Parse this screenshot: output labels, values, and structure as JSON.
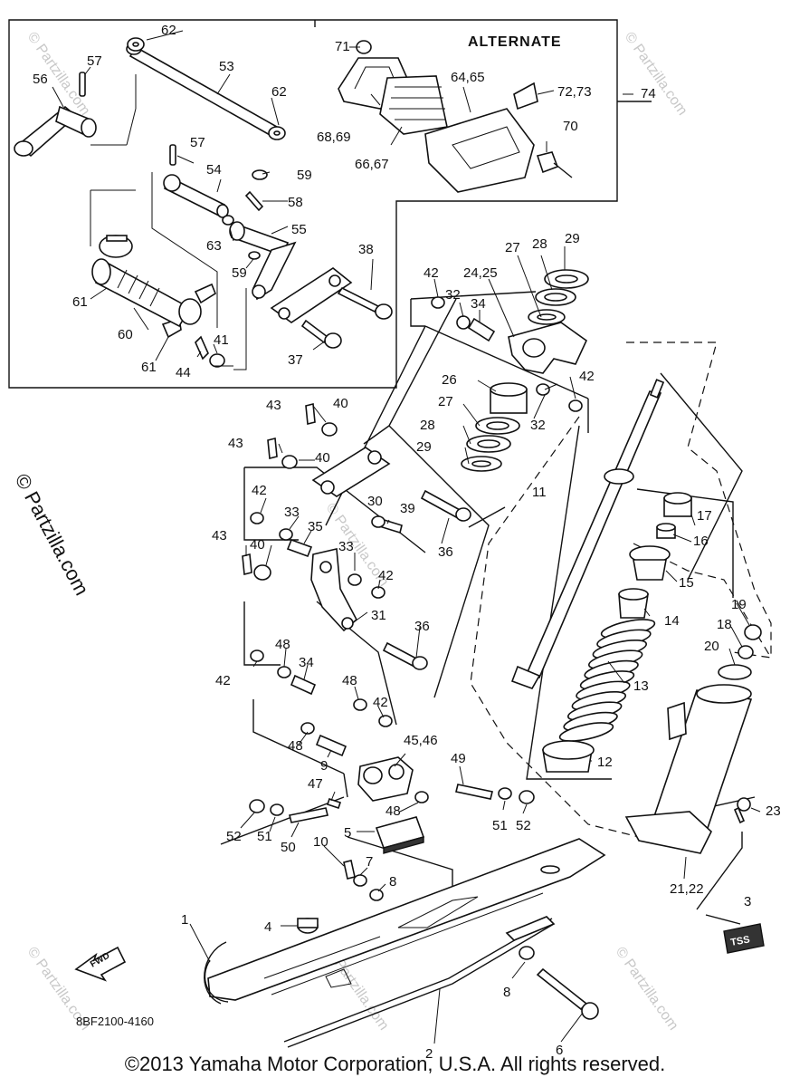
{
  "header": {
    "alternate_label": "ALTERNATE"
  },
  "diagram_code": "8BF2100-4160",
  "fwd_label": "FWD",
  "tss_label": "TSS",
  "watermark_side": "© Partzilla.com",
  "watermark_tile": "© Partzilla.com",
  "copyright": "©2013 Yamaha Motor Corporation, U.S.A. All rights reserved.",
  "labels": {
    "l1": "1",
    "l2": "2",
    "l3": "3",
    "l4": "4",
    "l5": "5",
    "l6": "6",
    "l7": "7",
    "l8a": "8",
    "l8b": "8",
    "l9": "9",
    "l10": "10",
    "l11": "11",
    "l12": "12",
    "l13": "13",
    "l14": "14",
    "l15": "15",
    "l16": "16",
    "l17": "17",
    "l18": "18",
    "l19": "19",
    "l20": "20",
    "l2122": "21,22",
    "l23": "23",
    "l2425": "24,25",
    "l26": "26",
    "l27a": "27",
    "l27b": "27",
    "l28a": "28",
    "l28b": "28",
    "l29a": "29",
    "l29b": "29",
    "l30": "30",
    "l31": "31",
    "l32a": "32",
    "l32b": "32",
    "l33a": "33",
    "l33b": "33",
    "l34a": "34",
    "l34b": "34",
    "l35": "35",
    "l36a": "36",
    "l36b": "36",
    "l37": "37",
    "l38": "38",
    "l39": "39",
    "l40a": "40",
    "l40b": "40",
    "l40c": "40",
    "l41": "41",
    "l42a": "42",
    "l42b": "42",
    "l42c": "42",
    "l42d": "42",
    "l42e": "42",
    "l42f": "42",
    "l43a": "43",
    "l43b": "43",
    "l43c": "43",
    "l44": "44",
    "l4546": "45,46",
    "l47": "47",
    "l48a": "48",
    "l48b": "48",
    "l48c": "48",
    "l48d": "48",
    "l49": "49",
    "l50": "50",
    "l51a": "51",
    "l51b": "51",
    "l52a": "52",
    "l52b": "52",
    "l53": "53",
    "l54": "54",
    "l55": "55",
    "l56": "56",
    "l57a": "57",
    "l57b": "57",
    "l58": "58",
    "l59a": "59",
    "l59b": "59",
    "l60": "60",
    "l61a": "61",
    "l61b": "61",
    "l62a": "62",
    "l62b": "62",
    "l63": "63",
    "l6465": "64,65",
    "l6667": "66,67",
    "l6869": "68,69",
    "l70": "70",
    "l71": "71",
    "l7273": "72,73",
    "l74": "74"
  }
}
